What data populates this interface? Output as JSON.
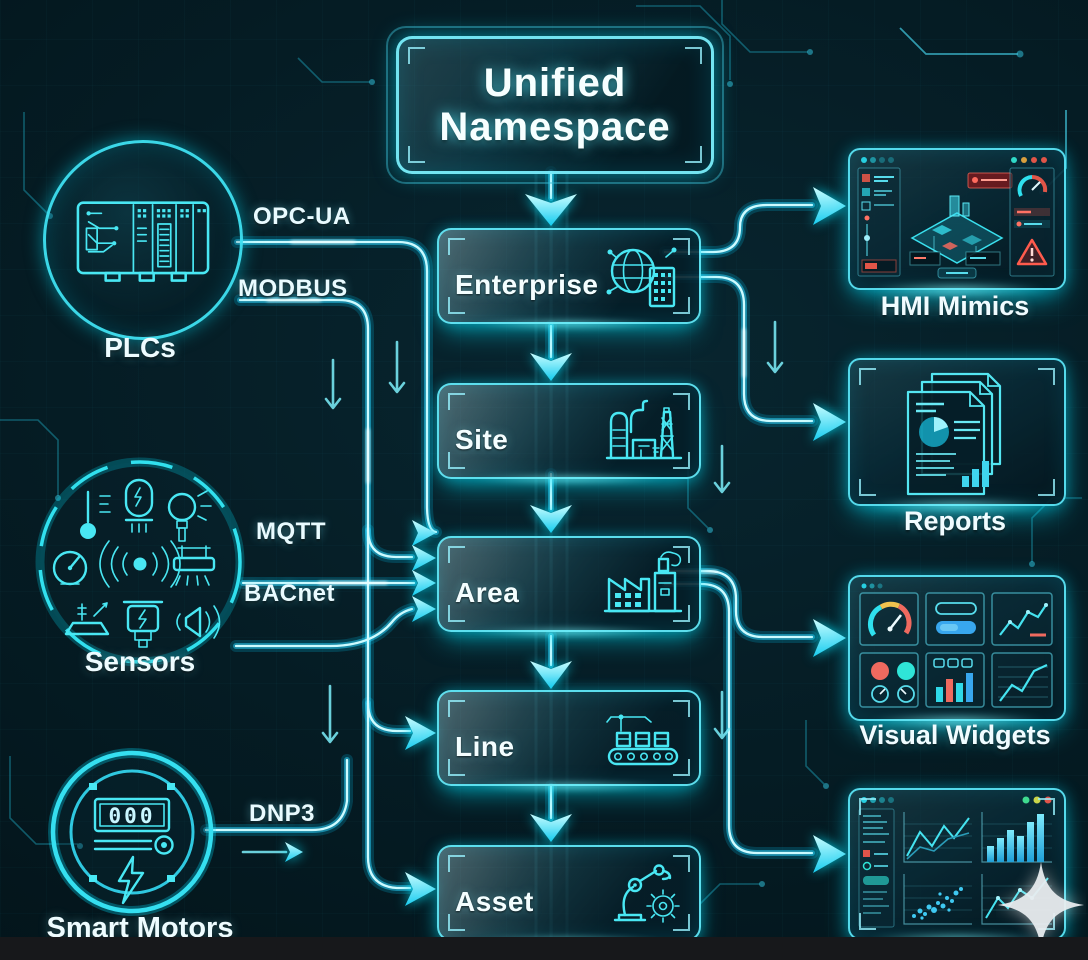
{
  "title": {
    "text": "Unified Namespace"
  },
  "hierarchy": {
    "nodes": [
      {
        "label": "Enterprise",
        "icon": "globe-building-icon"
      },
      {
        "label": "Site",
        "icon": "refinery-icon"
      },
      {
        "label": "Area",
        "icon": "factory-icon"
      },
      {
        "label": "Line",
        "icon": "conveyor-icon"
      },
      {
        "label": "Asset",
        "icon": "robot-arm-gear-icon"
      }
    ]
  },
  "sources": [
    {
      "label": "PLCs",
      "icon": "plc-icon",
      "protocols": [
        "OPC-UA",
        "MODBUS"
      ]
    },
    {
      "label": "Sensors",
      "icon": "sensor-ring-icon",
      "protocols": [
        "MQTT",
        "BACnet"
      ]
    },
    {
      "label": "Smart Motors",
      "icon": "smart-meter-icon",
      "protocols": [
        "DNP3"
      ],
      "meter_reading": "000"
    }
  ],
  "outputs": [
    {
      "label": "HMI Mimics",
      "icon": "hmi-screen-icon"
    },
    {
      "label": "Reports",
      "icon": "report-documents-icon"
    },
    {
      "label": "Visual Widgets",
      "icon": "widget-grid-icon"
    },
    {
      "icon": "analytics-dashboard-icon"
    }
  ],
  "colors": {
    "background": "#05161d",
    "wire": "#22d4ee",
    "wire_core": "#cdfbff",
    "node_border": "#55e9f6",
    "text": "#f2feff",
    "alert_red": "#e05548"
  }
}
